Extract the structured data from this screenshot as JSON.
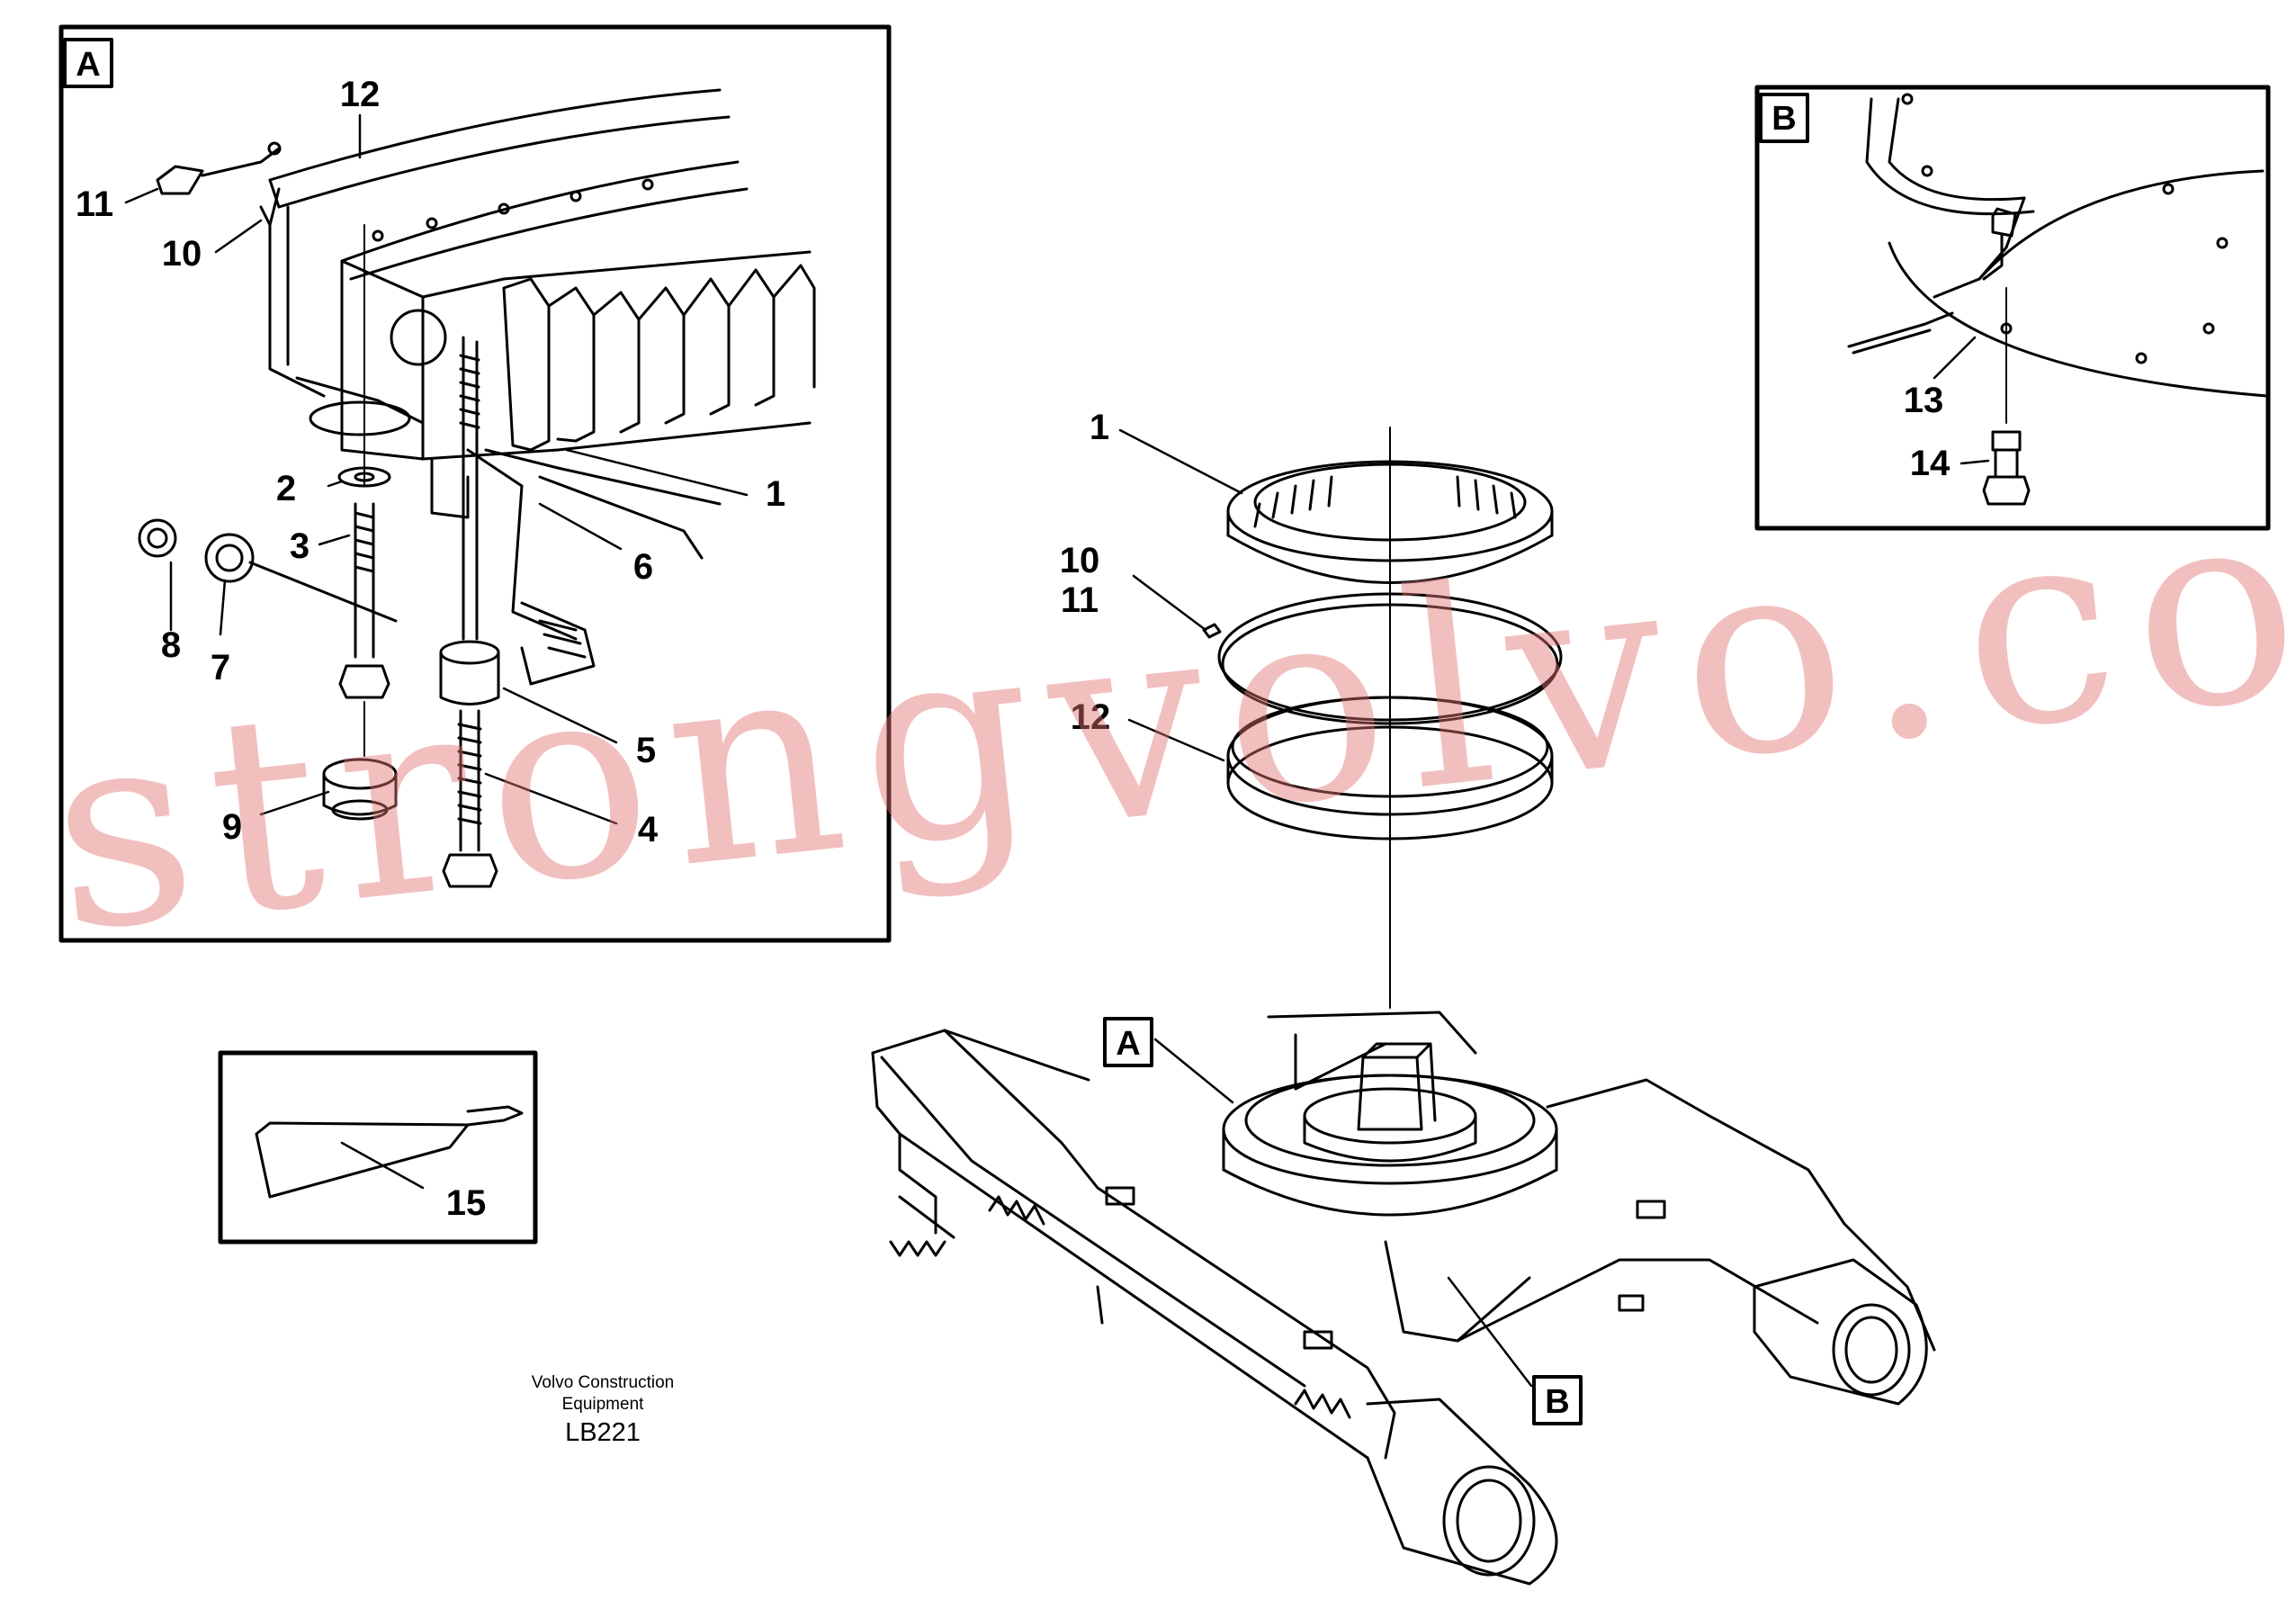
{
  "detail_labels": {
    "a": "A",
    "b": "B"
  },
  "callouts": {
    "c1": "1",
    "c2": "2",
    "c3": "3",
    "c4": "4",
    "c5": "5",
    "c6": "6",
    "c7": "7",
    "c8": "8",
    "c9": "9",
    "c10": "10",
    "c11": "11",
    "c12": "12",
    "c13": "13",
    "c14": "14",
    "c15": "15"
  },
  "footer": {
    "line1": "Volvo Construction",
    "line2": "Equipment",
    "code": "LB221"
  },
  "watermark": "strongvolvo.com",
  "colors": {
    "line": "#000000",
    "watermark": "#e07070"
  }
}
